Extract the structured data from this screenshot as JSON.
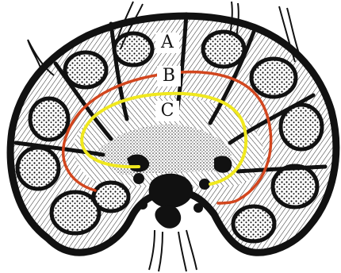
{
  "labels": {
    "a": "A",
    "b": "B",
    "c": "C"
  },
  "icons": {
    "illustration": "lymph-node-cross-section-icon",
    "capsule": "capsule-outline-icon",
    "follicle": "lymphoid-follicle-icon",
    "boundary_b": "zone-boundary-line-icon",
    "boundary_c": "zone-boundary-line-icon"
  },
  "colors": {
    "ink": "#111111",
    "paper": "#ffffff",
    "boundary_b": "#d2461e",
    "boundary_c": "#f0e81e"
  }
}
